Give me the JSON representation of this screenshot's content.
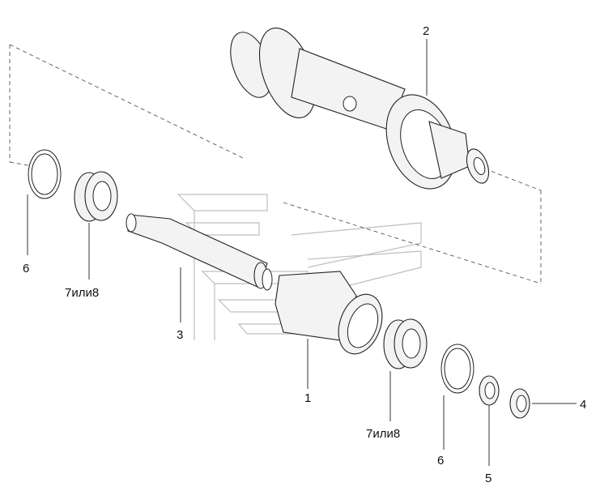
{
  "callouts": {
    "c1": "1",
    "c2": "2",
    "c3": "3",
    "c4": "4",
    "c5": "5",
    "c6a": "6",
    "c6b": "6",
    "c7a": "7или8",
    "c7b": "7или8"
  },
  "colors": {
    "line": "#222222",
    "part_fill": "#f3f3f3",
    "watermark": "#bdbdbd",
    "background": "#ffffff"
  }
}
